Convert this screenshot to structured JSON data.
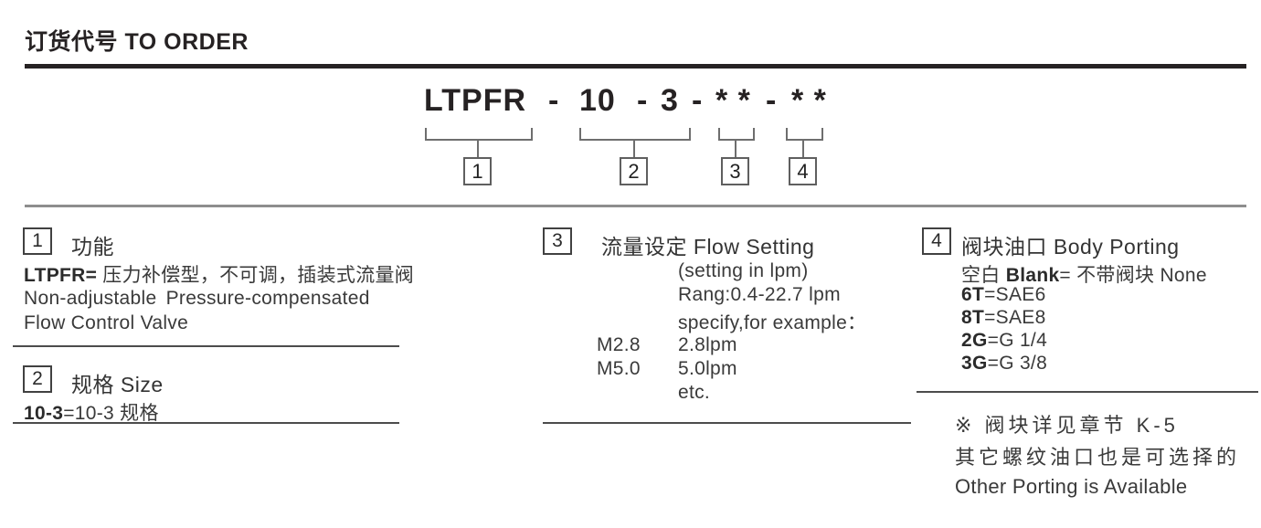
{
  "header": {
    "title": "订货代号 TO ORDER"
  },
  "code": {
    "segments": [
      "LTPFR",
      "-",
      "10",
      "-",
      "3",
      "-",
      "* *",
      "-",
      "* *"
    ],
    "markers": [
      "1",
      "2",
      "3",
      "4"
    ]
  },
  "section1": {
    "number": "1",
    "title": "功能",
    "line1_code": "LTPFR=",
    "line1_text": " 压力补偿型，不可调，插装式流量阀",
    "line2": "Non-adjustable Pressure-compensated",
    "line3": "Flow Control Valve"
  },
  "section2": {
    "number": "2",
    "title": "规格 Size",
    "line1_code": "10-3",
    "line1_text": "=10-3 规格"
  },
  "section3": {
    "number": "3",
    "title": "流量设定 Flow Setting",
    "note1": "(setting in lpm)",
    "note2": "Rang:0.4-22.7 lpm",
    "note3": "specify,for example：",
    "examples": [
      {
        "code": "M2.8",
        "value": "2.8lpm"
      },
      {
        "code": "M5.0",
        "value": "5.0lpm"
      },
      {
        "code": "",
        "value": "etc."
      }
    ]
  },
  "section4": {
    "number": "4",
    "title": "阀块油口 Body Porting",
    "blank_cn": "空白 ",
    "blank_code": "Blank",
    "blank_text": "= 不带阀块 None",
    "options": [
      {
        "code": "6T",
        "value": "=SAE6"
      },
      {
        "code": "8T",
        "value": "=SAE8"
      },
      {
        "code": "2G",
        "value": "=G 1/4"
      },
      {
        "code": "3G",
        "value": "=G 3/8"
      }
    ],
    "notes": [
      "※ 阀块详见章节 K-5",
      "其它螺纹油口也是可选择的",
      "Other Porting is Available"
    ]
  }
}
